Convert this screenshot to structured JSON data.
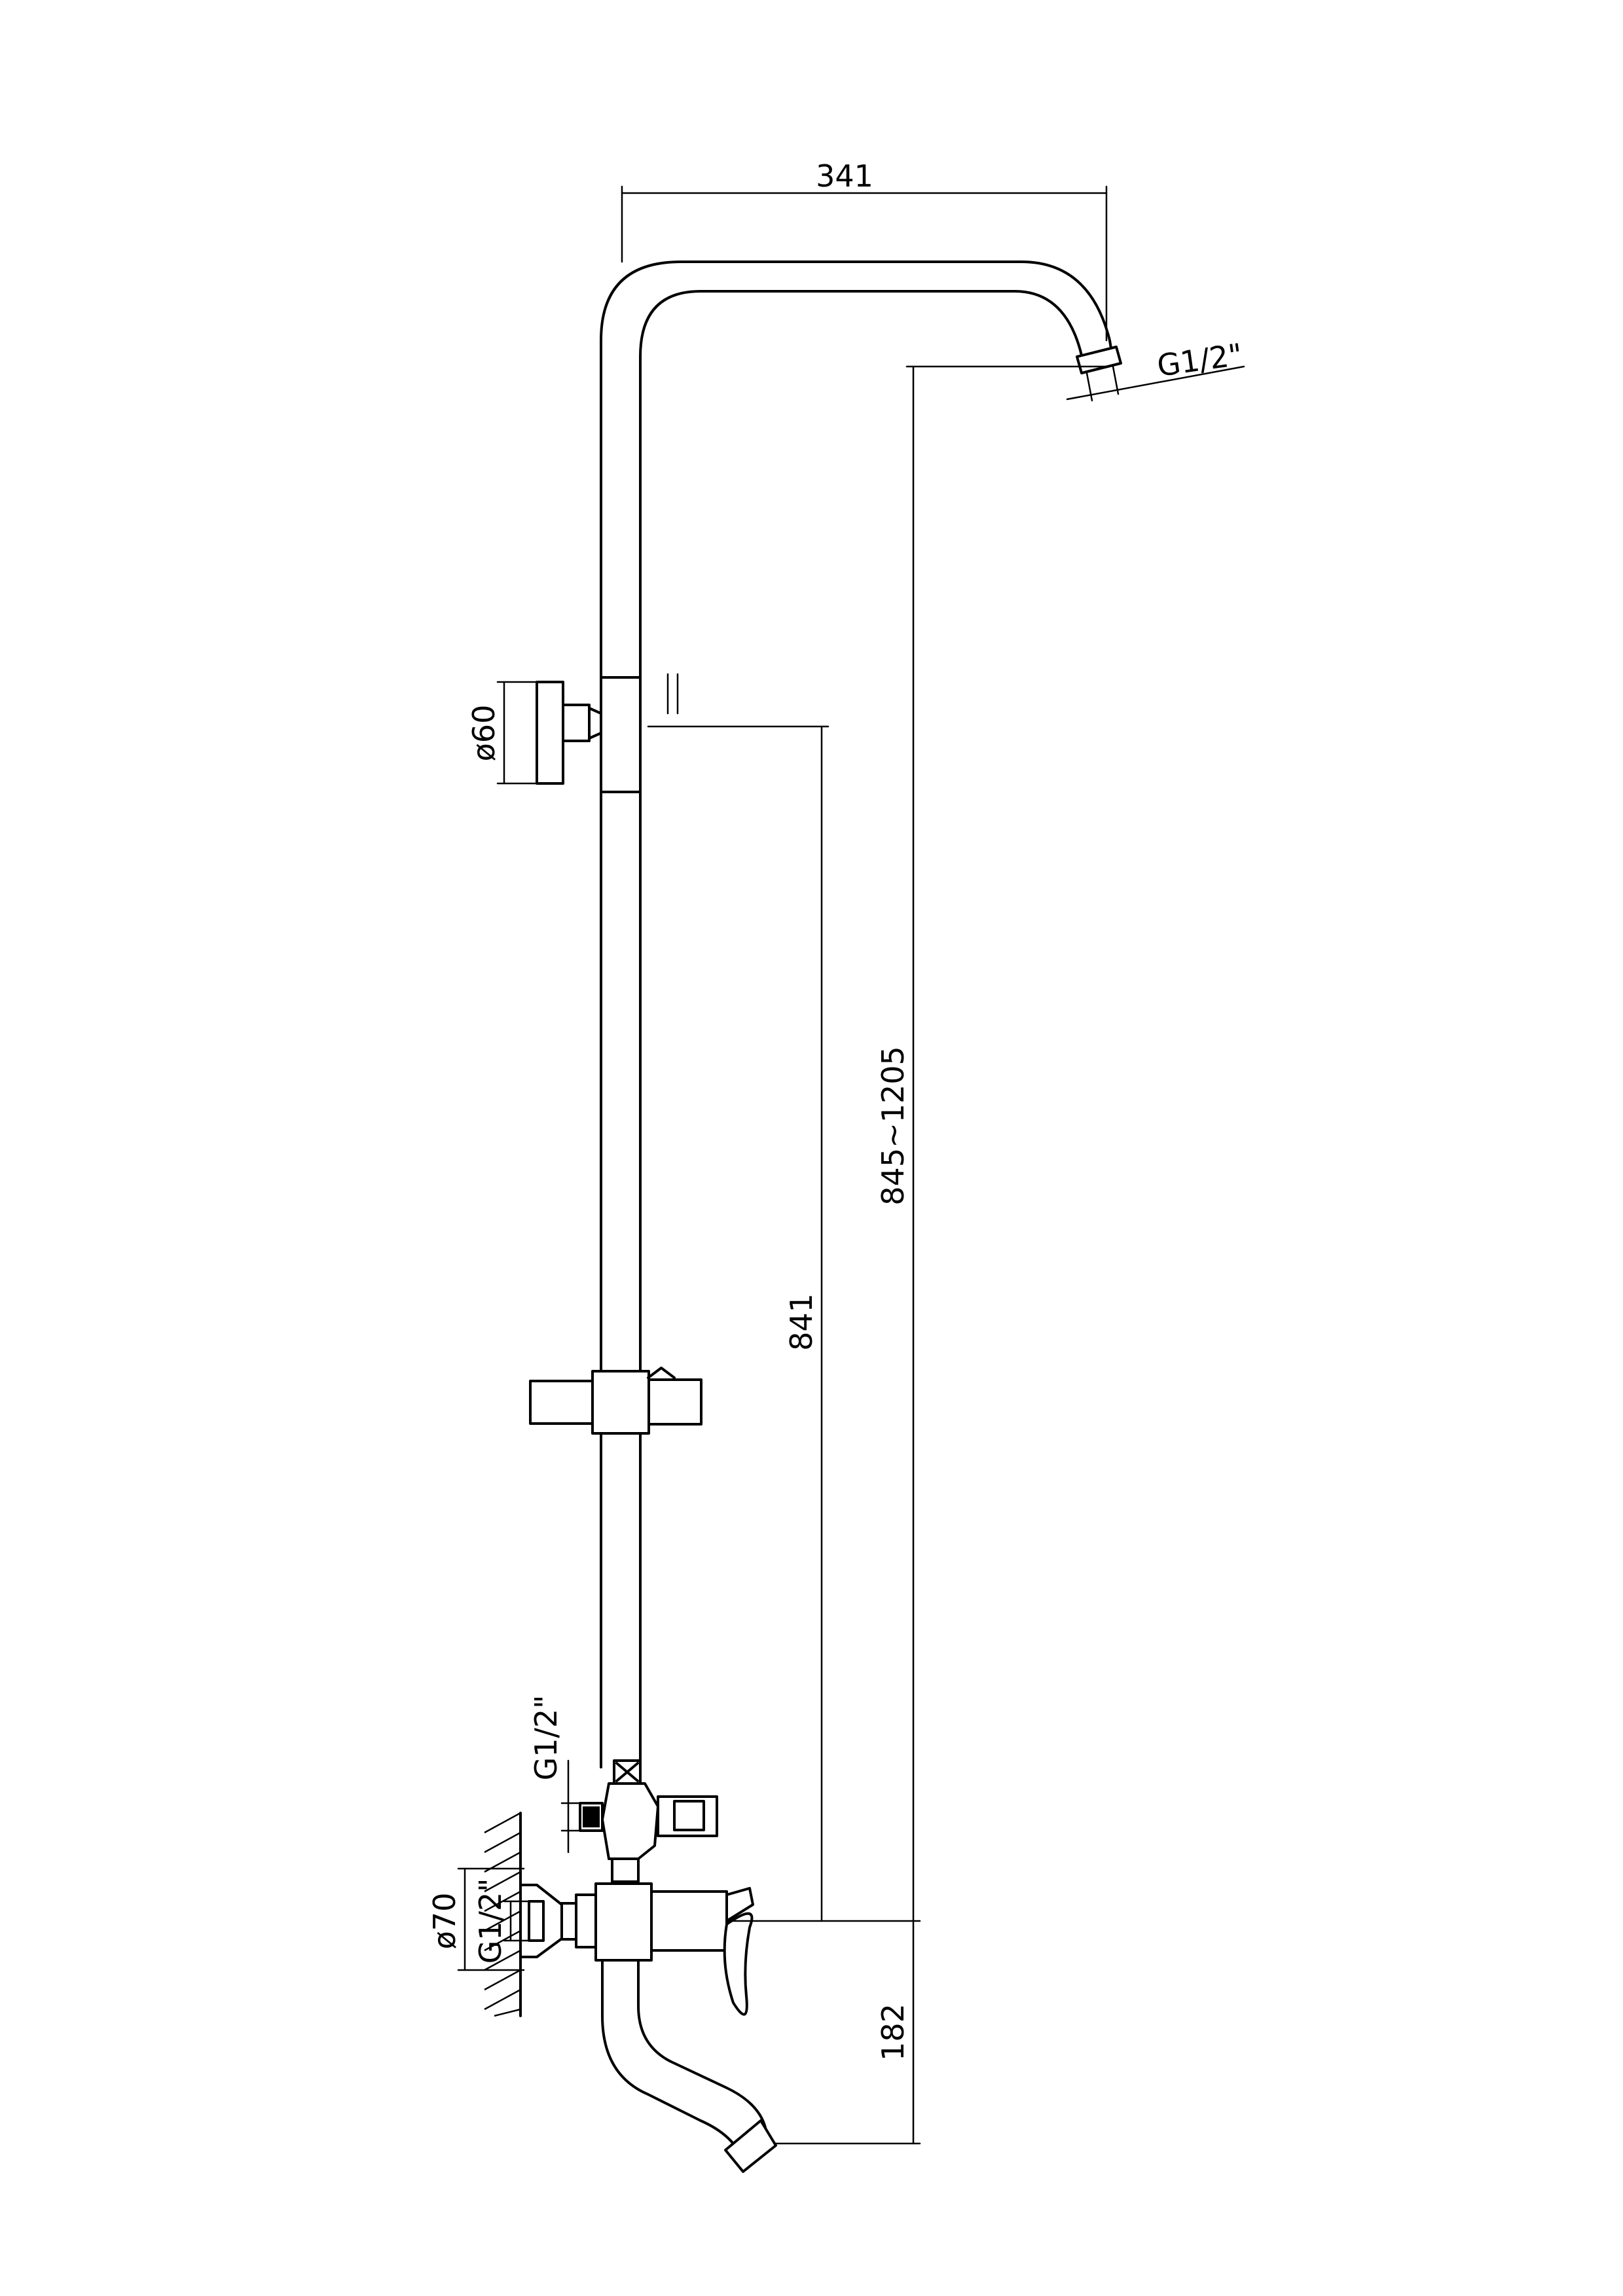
{
  "dimensions": {
    "arm_length": "341",
    "arm_thread": "G1/2\"",
    "holder_diameter": "ø60",
    "slider_height": "841",
    "adjustable_height": "845~1205",
    "diverter_thread": "G1/2\"",
    "escutcheon_diameter": "ø70",
    "inlet_thread": "G1/2\"",
    "spout_drop": "182"
  }
}
